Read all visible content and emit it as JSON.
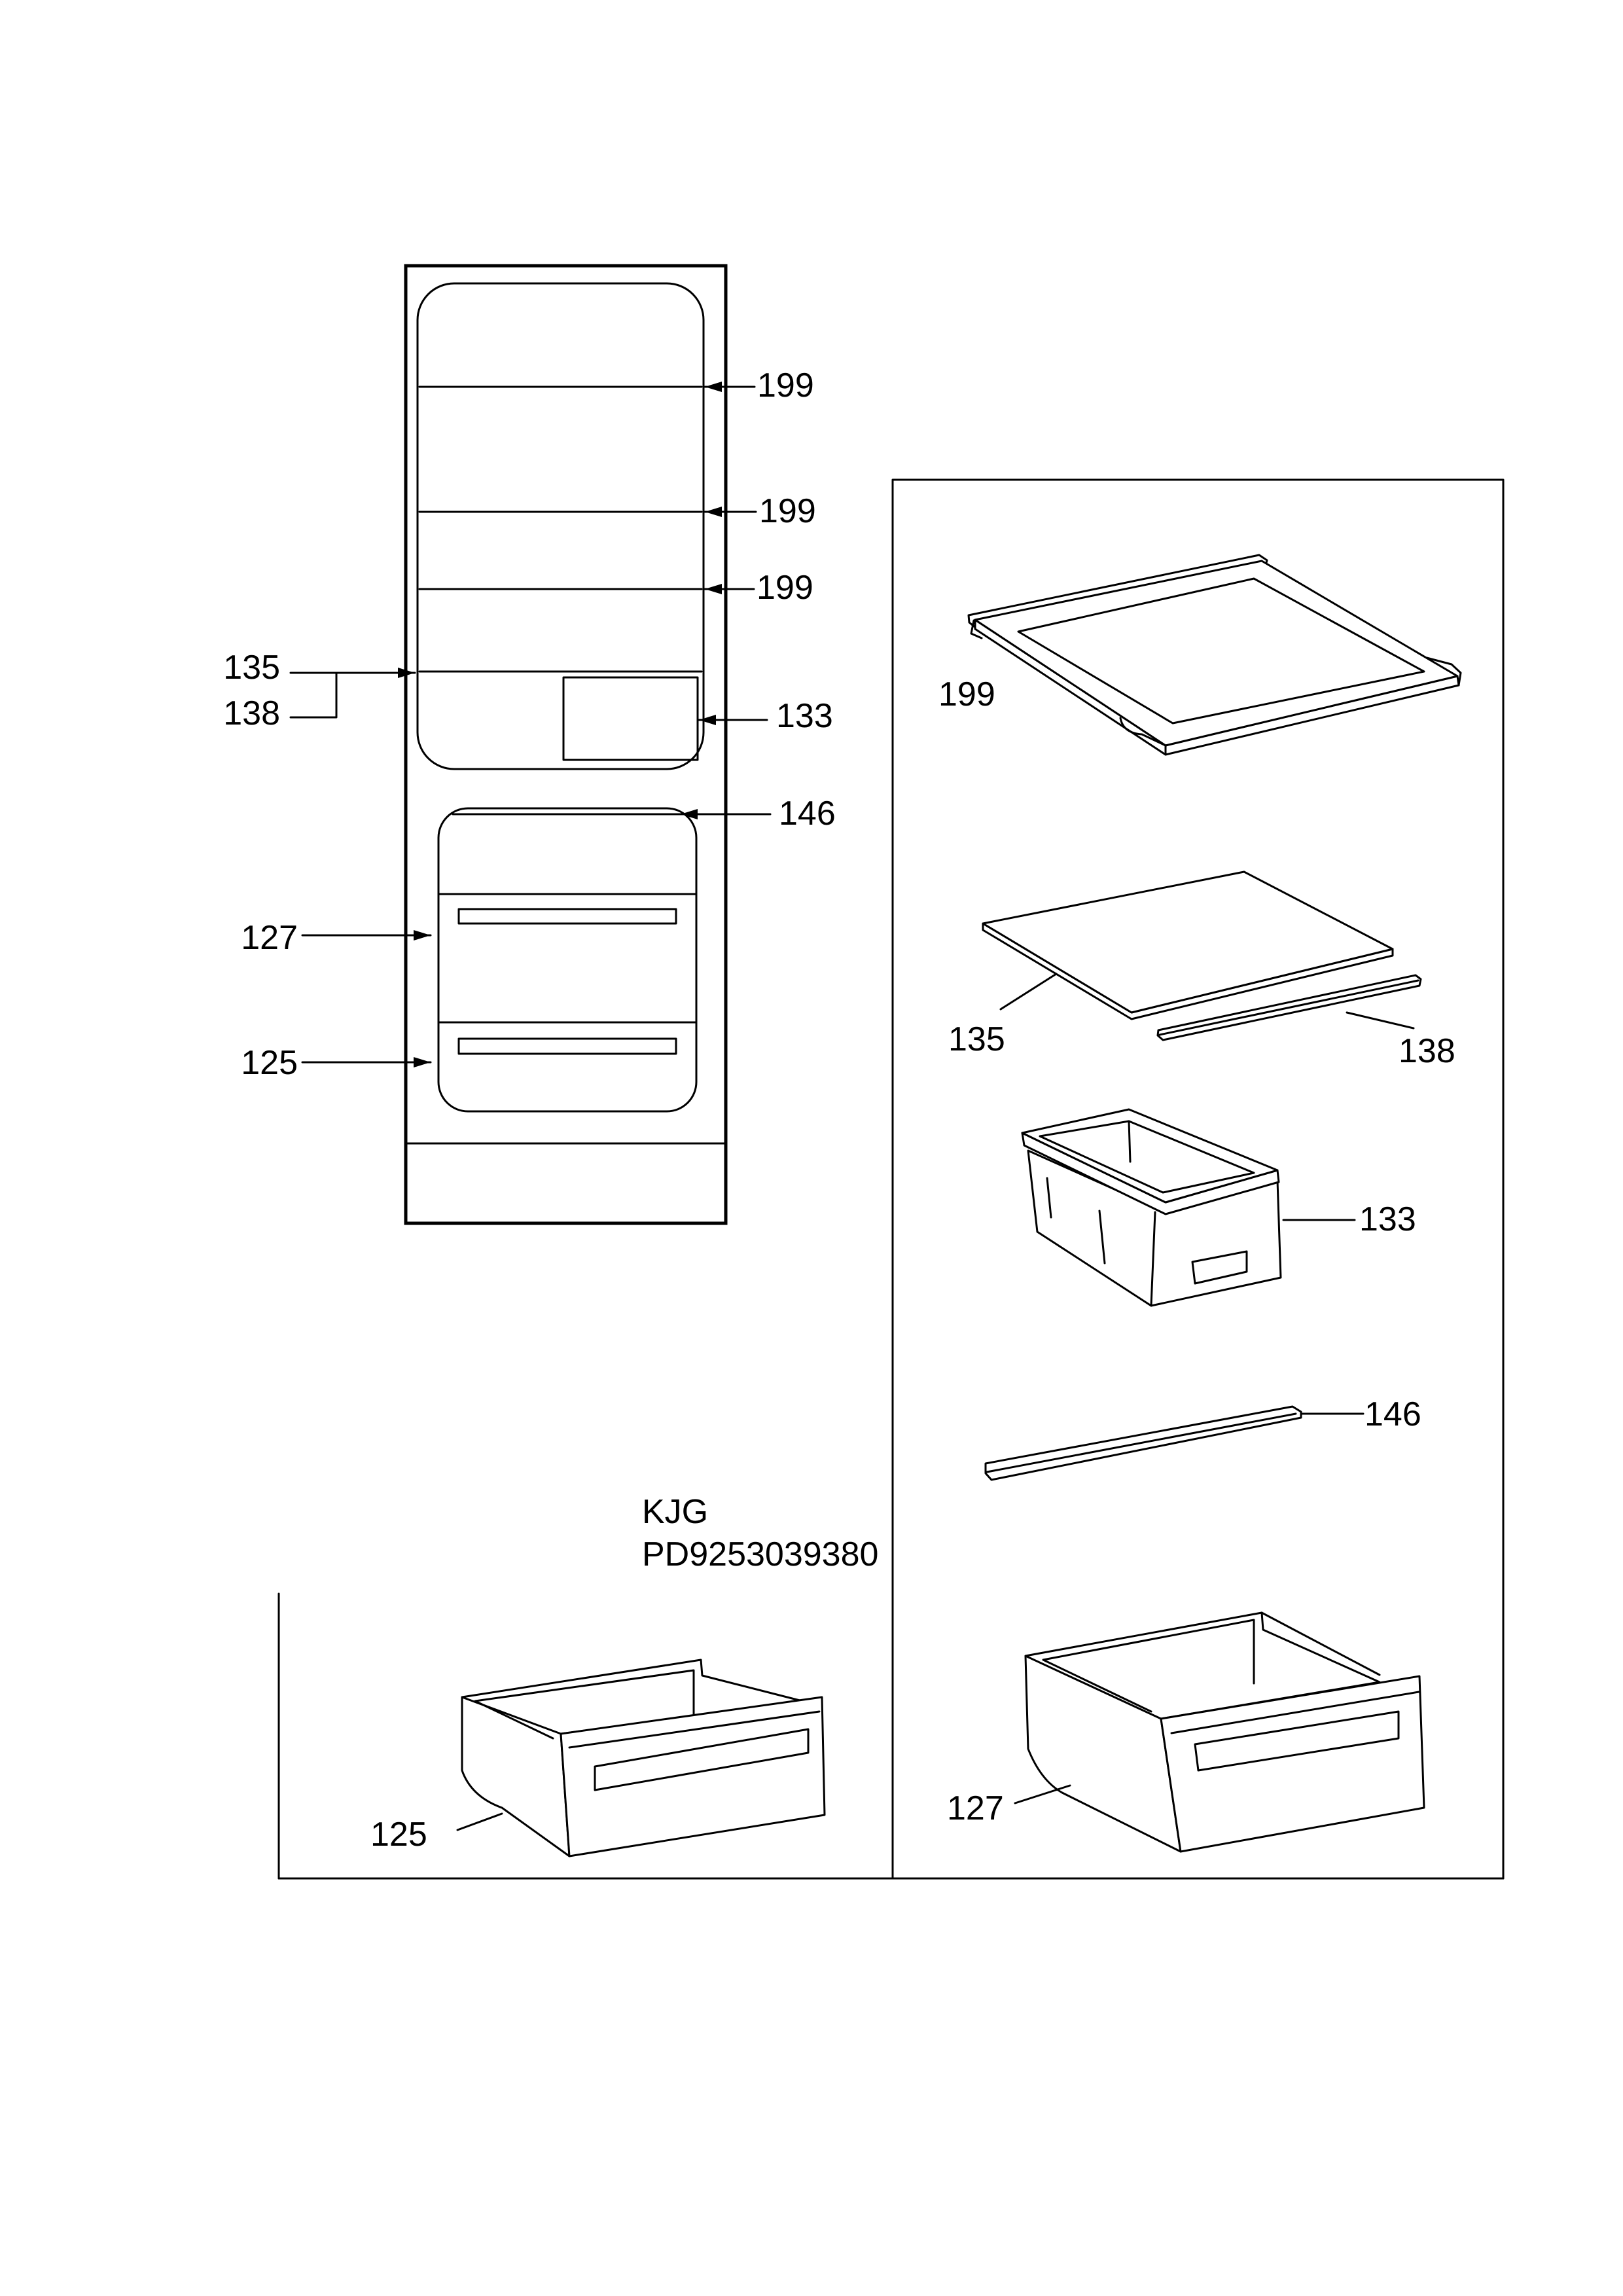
{
  "assembly": {
    "shelf_labels": [
      "199",
      "199",
      "199"
    ],
    "glass_shelf_label": "135",
    "glass_trim_label": "138",
    "crisper_label": "133",
    "divider_label": "146",
    "upper_drawer_label": "127",
    "lower_drawer_label": "125"
  },
  "parts": {
    "shelf_label": "199",
    "glass_shelf_label": "135",
    "glass_trim_label": "138",
    "crisper_label": "133",
    "divider_label": "146",
    "upper_drawer_label": "127",
    "lower_drawer_label": "125"
  },
  "model": {
    "code": "KJG",
    "product_number": "PD9253039380"
  },
  "colors": {
    "line": "#000000",
    "background": "#ffffff"
  }
}
